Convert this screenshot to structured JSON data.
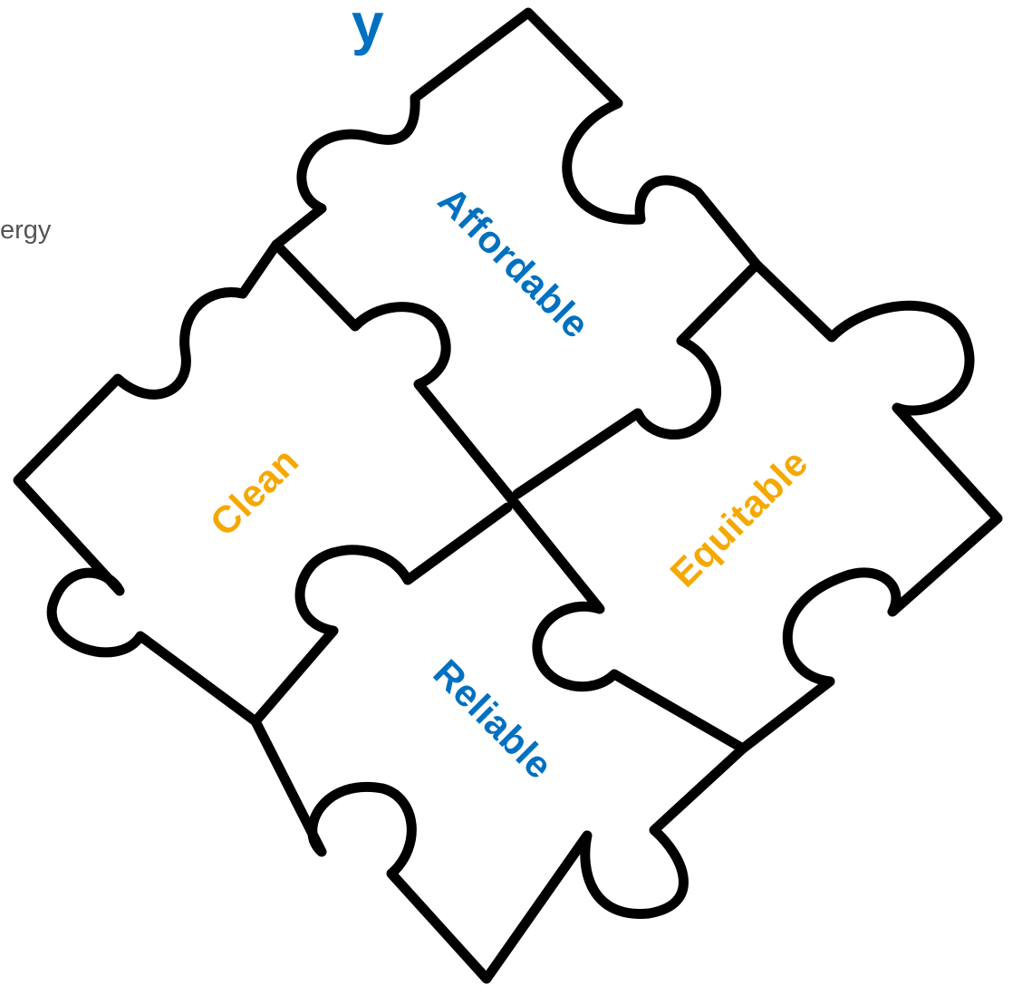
{
  "header": {
    "title_fragment": "y",
    "subtitle_fragment": "ergy"
  },
  "colors": {
    "title": "#0070C0",
    "subtitle": "#555555",
    "blue_label": "#0070C0",
    "gold_label": "#F5A800",
    "outline": "#000000"
  },
  "puzzle": {
    "pieces": [
      {
        "label": "Affordable",
        "color": "blue"
      },
      {
        "label": "Clean",
        "color": "gold"
      },
      {
        "label": "Equitable",
        "color": "gold"
      },
      {
        "label": "Reliable",
        "color": "blue"
      }
    ]
  }
}
